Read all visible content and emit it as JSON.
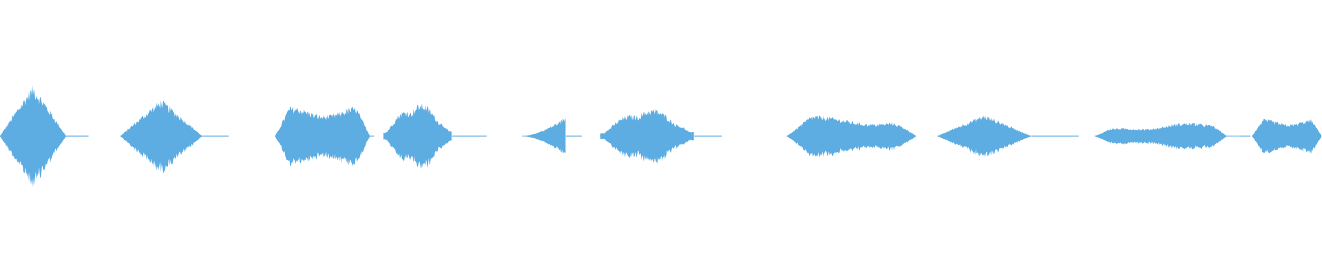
{
  "waveform": {
    "color": "#5dade2",
    "background": "#ffffff",
    "segments": [
      {
        "start": 0.0,
        "end": 0.05,
        "peak": 1.0,
        "shape": "diamond",
        "tail": 0.067
      },
      {
        "start": 0.091,
        "end": 0.153,
        "peak": 0.72,
        "shape": "diamond",
        "tail": 0.173
      },
      {
        "start": 0.208,
        "end": 0.28,
        "peak": 0.58,
        "shape": "plateau",
        "tail": 0.283
      },
      {
        "start": 0.29,
        "end": 0.342,
        "peak": 0.66,
        "shape": "double",
        "tail": 0.368
      },
      {
        "start": 0.395,
        "end": 0.428,
        "peak": 0.38,
        "shape": "rise",
        "tail": 0.44
      },
      {
        "start": 0.454,
        "end": 0.525,
        "peak": 0.55,
        "shape": "double",
        "tail": 0.546
      },
      {
        "start": 0.595,
        "end": 0.693,
        "peak": 0.4,
        "shape": "long",
        "tail": 0.693
      },
      {
        "start": 0.709,
        "end": 0.78,
        "peak": 0.42,
        "shape": "diamond",
        "tail": 0.816
      },
      {
        "start": 0.828,
        "end": 0.938,
        "peak": 0.35,
        "shape": "ramp",
        "tail": 0.946
      },
      {
        "start": 0.947,
        "end": 1.0,
        "peak": 0.33,
        "shape": "plateau",
        "tail": 1.0
      }
    ]
  }
}
